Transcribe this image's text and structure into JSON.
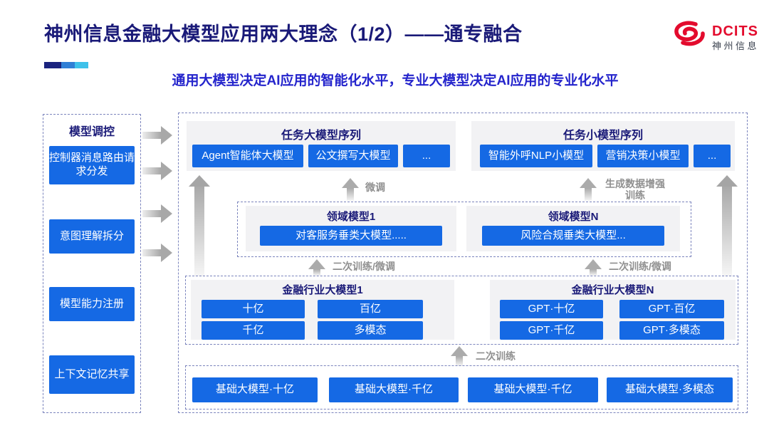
{
  "header": {
    "title": "神州信息金融大模型应用两大理念（1/2）——通专融合",
    "subtitle": "通用大模型决定AI应用的智能化水平，专业大模型决定AI应用的专业化水平",
    "logo": {
      "icon": "dcits-swirl-icon",
      "brand": "DCITS",
      "brand_cn": "神州信息"
    }
  },
  "sidebar": {
    "title": "模型调控",
    "items": [
      "控制器消息路由请求分发",
      "意图理解拆分",
      "模型能力注册",
      "上下文记忆共享"
    ]
  },
  "labels": {
    "fine_tune": "微调",
    "gen_data": "生成数据增强训练",
    "retrain_ft": "二次训练/微调",
    "retrain": "二次训练"
  },
  "main": {
    "task_large": {
      "title": "任务大模型序列",
      "items": [
        "Agent智能体大模型",
        "公文撰写大模型",
        "..."
      ]
    },
    "task_small": {
      "title": "任务小模型序列",
      "items": [
        "智能外呼NLP小模型",
        "营销决策小模型",
        "..."
      ]
    },
    "domain": {
      "model1": {
        "title": "领域模型1",
        "item": "对客服务垂类大模型....."
      },
      "modelN": {
        "title": "领域模型N",
        "item": "风险合规垂类大模型..."
      }
    },
    "industry": {
      "model1": {
        "title": "金融行业大模型1",
        "items": [
          "十亿",
          "百亿",
          "千亿",
          "多模态"
        ]
      },
      "modelN": {
        "title": "金融行业大模型N",
        "items": [
          "GPT·十亿",
          "GPT·百亿",
          "GPT·千亿",
          "GPT·多模态"
        ]
      }
    },
    "base_models": [
      "基础大模型·十亿",
      "基础大模型·千亿",
      "基础大模型·千亿",
      "基础大模型·多模态"
    ]
  },
  "colors": {
    "accent_blue": "#1569e4",
    "navy_text": "#1a1a78",
    "subtitle_blue": "#2424cc",
    "arrow_gray": "#a8a8a8",
    "label_gray": "#8f8f8f",
    "panel_gray": "#f2f2f4",
    "dashed_border": "#7b84bd",
    "logo_red": "#e30b2d",
    "accent_bar": [
      "#1a237e",
      "#2f7fd6",
      "#3ec1ea"
    ]
  }
}
